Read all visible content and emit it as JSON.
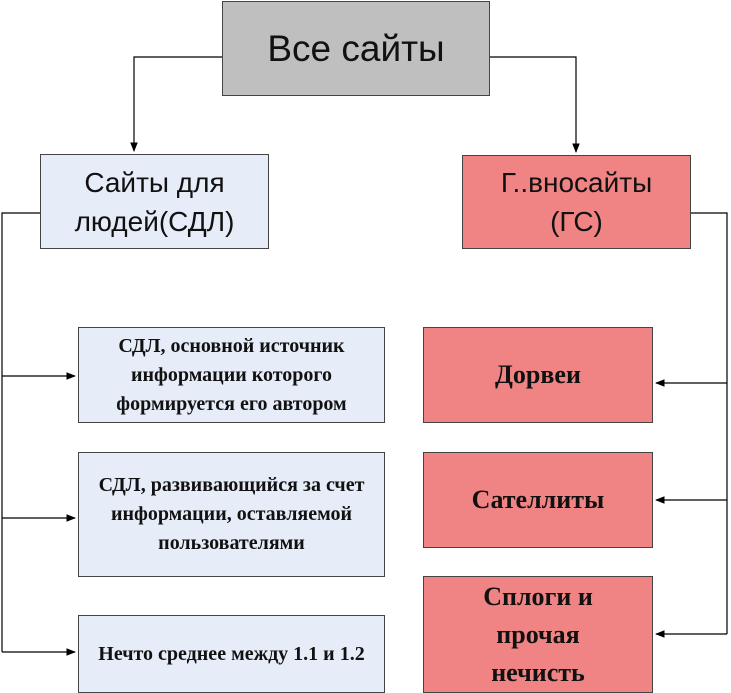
{
  "colors": {
    "root_fill": "#bfbfbf",
    "blue_fill": "#e6edf8",
    "red_fill": "#f08383",
    "line": "#000000"
  },
  "root": {
    "label": "Все сайты"
  },
  "left_branch": {
    "label_line1": "Сайты для",
    "label_line2": "людей(СДЛ)",
    "items": [
      {
        "text": "СДЛ, основной источник информации которого формируется его автором"
      },
      {
        "text": "СДЛ, развивающийся за счет информации, оставляемой пользователями"
      },
      {
        "text": "Нечто среднее между 1.1 и 1.2"
      }
    ]
  },
  "right_branch": {
    "label_line1": "Г..вносайты",
    "label_line2": "(ГС)",
    "items": [
      {
        "text": "Дорвеи"
      },
      {
        "text": "Сателлиты"
      },
      {
        "text": "Сплоги и прочая нечисть"
      }
    ]
  }
}
